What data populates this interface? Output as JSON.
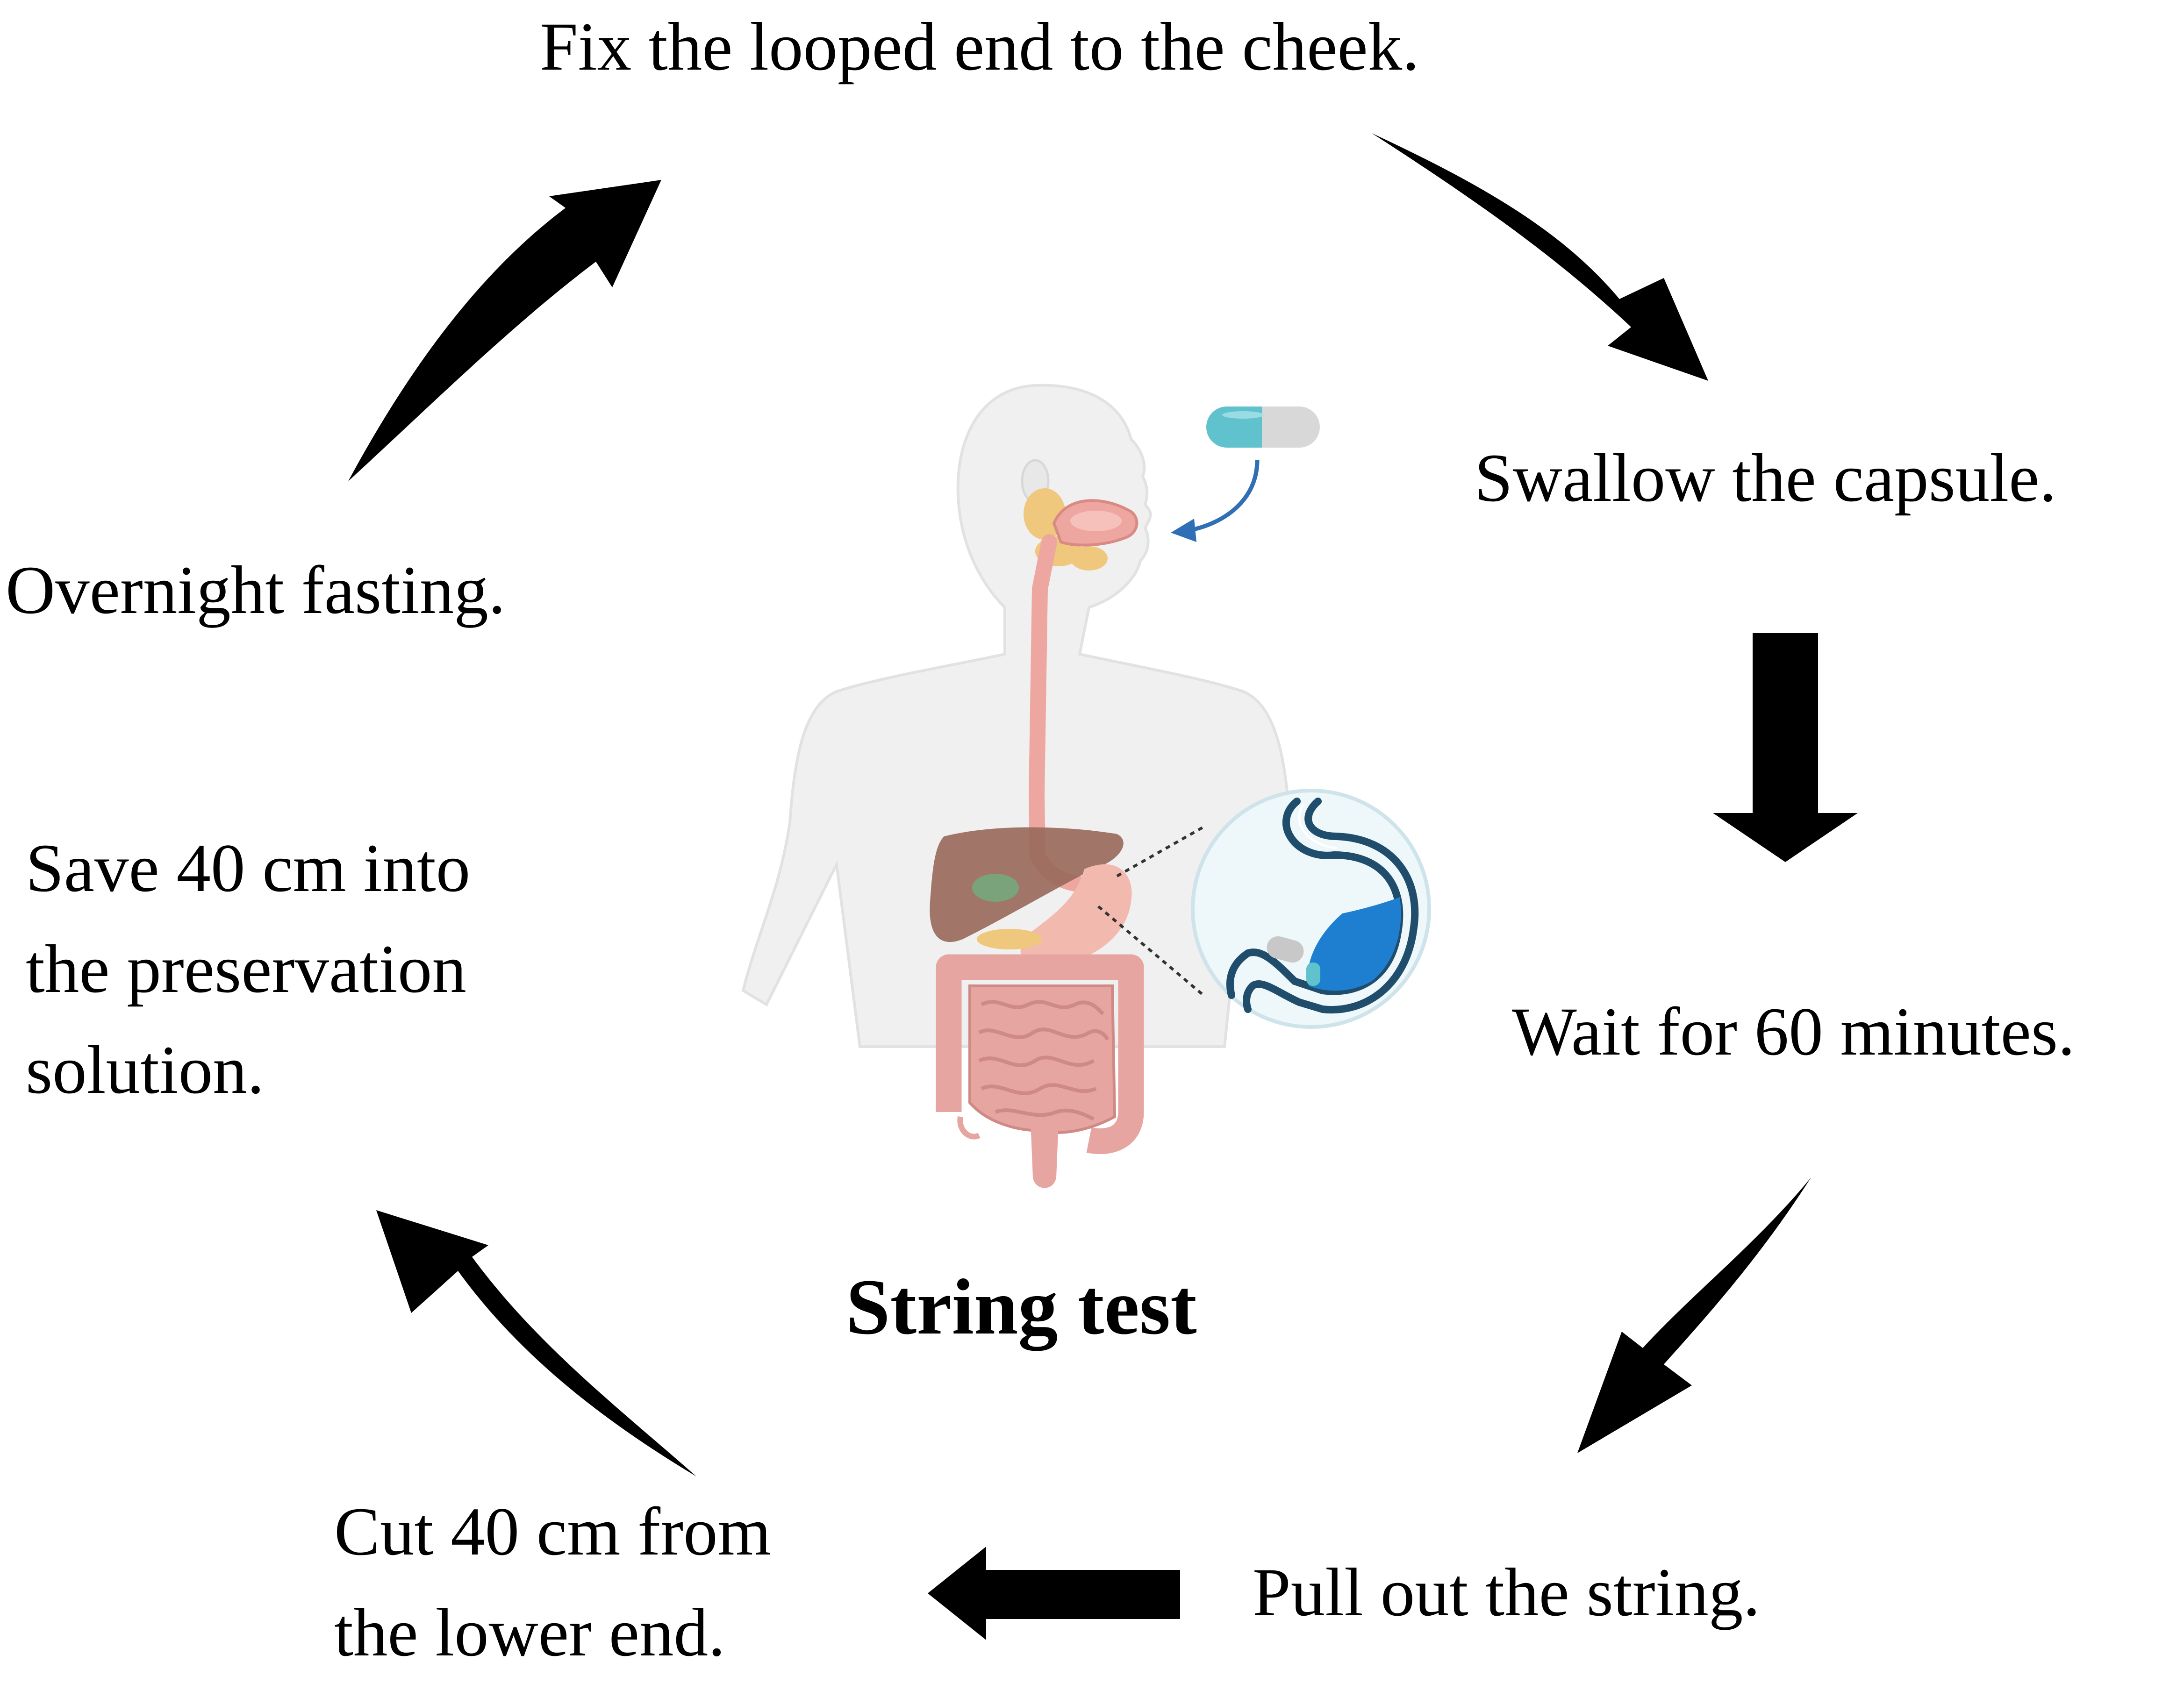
{
  "diagram": {
    "title": "String test",
    "steps": [
      {
        "id": "fix",
        "lines": [
          "Fix the looped end to the cheek."
        ]
      },
      {
        "id": "swallow",
        "lines": [
          "Swallow the capsule."
        ]
      },
      {
        "id": "wait",
        "lines": [
          "Wait for 60 minutes."
        ]
      },
      {
        "id": "pull",
        "lines": [
          "Pull out the string."
        ]
      },
      {
        "id": "cut",
        "lines": [
          "Cut 40 cm from",
          "the lower end."
        ]
      },
      {
        "id": "save",
        "lines": [
          "Save 40 cm into",
          "the preservation",
          "solution."
        ]
      },
      {
        "id": "fast",
        "lines": [
          "Overnight fasting."
        ]
      }
    ]
  },
  "colors": {
    "arrow": "#000000",
    "skin": "#f0f0f0",
    "esophagus": "#eea7a0",
    "liver": "#9a6a5c",
    "intestine": "#e6a5a0",
    "capsule_teal": "#5fc2cc",
    "capsule_grey": "#d8d8d8",
    "stomach_outline": "#1f4d6b",
    "stomach_fill": "#1e7fd0",
    "pointer_arrow": "#2f6fb5"
  },
  "icons": {
    "center_illustration": "human-digestive-system-icon",
    "capsule": "capsule-icon",
    "stomach_inset": "stomach-inset-icon"
  }
}
